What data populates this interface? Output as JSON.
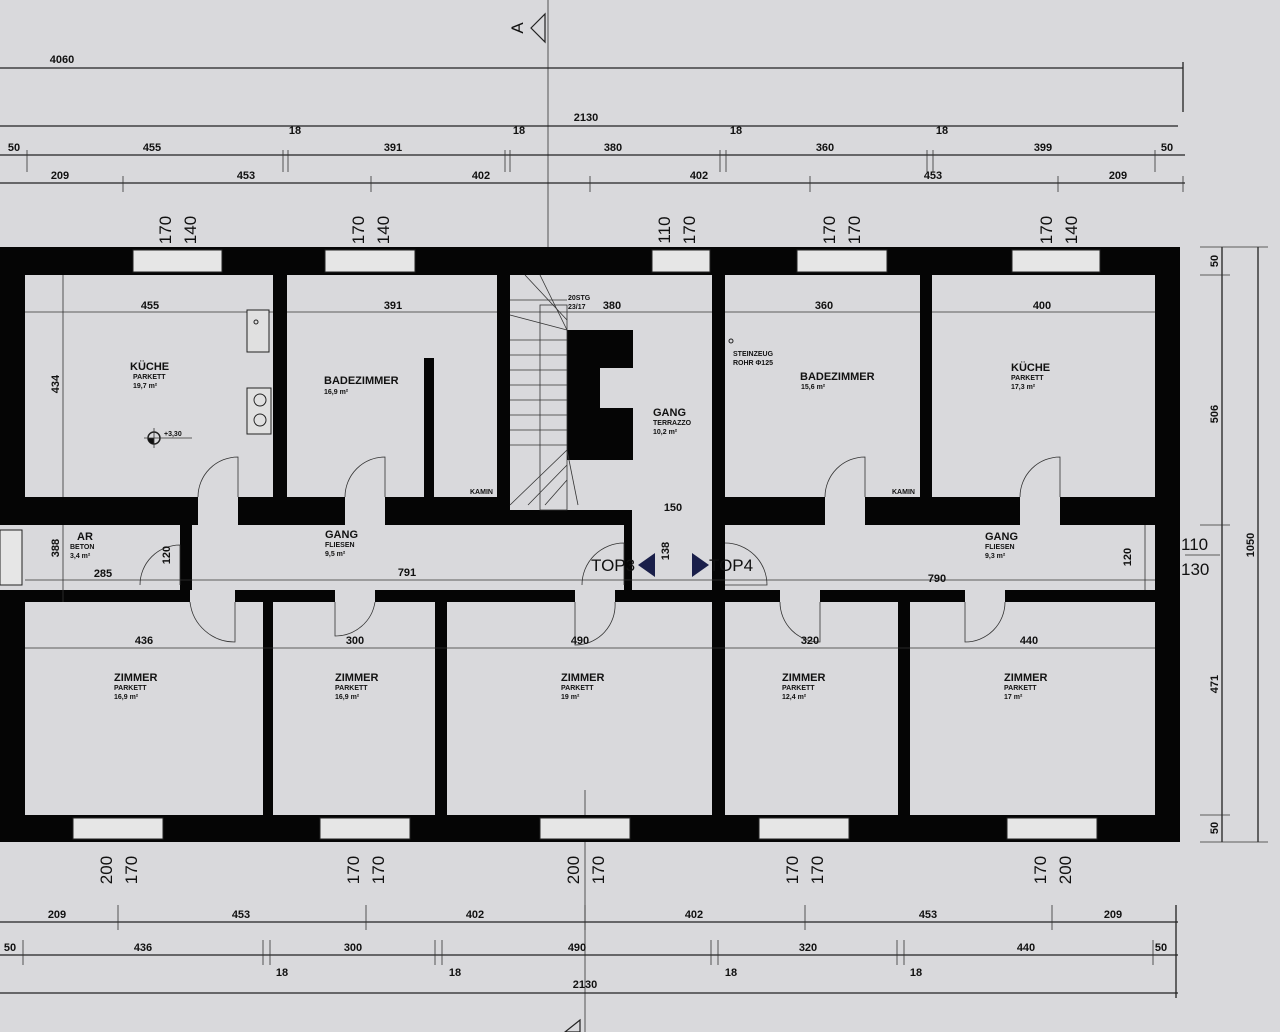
{
  "section_marker": "A",
  "dims_top": {
    "overall": "4060",
    "total": "2130",
    "row1": [
      "50",
      "455",
      "391",
      "380",
      "360",
      "399",
      "50"
    ],
    "wall": [
      "18",
      "18",
      "18",
      "18"
    ],
    "row2": [
      "209",
      "453",
      "402",
      "402",
      "453",
      "209"
    ]
  },
  "windows_top": [
    [
      "170",
      "140"
    ],
    [
      "170",
      "140"
    ],
    [
      "110",
      "170"
    ],
    [
      "170",
      "170"
    ],
    [
      "170",
      "140"
    ]
  ],
  "windows_bottom": [
    [
      "200",
      "170"
    ],
    [
      "170",
      "170"
    ],
    [
      "200",
      "170"
    ],
    [
      "170",
      "170"
    ],
    [
      "170",
      "200"
    ]
  ],
  "rooms": [
    {
      "name": "KÜCHE",
      "finish": "PARKETT",
      "area": "19,7 m²"
    },
    {
      "name": "BADEZIMMER",
      "finish": "",
      "area": "16,9 m²"
    },
    {
      "name": "GANG",
      "finish": "TERRAZZO",
      "area": "10,2 m²"
    },
    {
      "name": "BADEZIMMER",
      "finish": "",
      "area": "15,6 m²"
    },
    {
      "name": "KÜCHE",
      "finish": "PARKETT",
      "area": "17,3 m²"
    },
    {
      "name": "AR",
      "finish": "BETON",
      "area": "3,4 m²"
    },
    {
      "name": "GANG",
      "finish": "FLIESEN",
      "area": "9,5 m²"
    },
    {
      "name": "GANG",
      "finish": "FLIESEN",
      "area": "9,3 m²"
    },
    {
      "name": "ZIMMER",
      "finish": "PARKETT",
      "area": "16,9 m²"
    },
    {
      "name": "ZIMMER",
      "finish": "PARKETT",
      "area": "16,9 m²"
    },
    {
      "name": "ZIMMER",
      "finish": "PARKETT",
      "area": "19 m²"
    },
    {
      "name": "ZIMMER",
      "finish": "PARKETT",
      "area": "12,4 m²"
    },
    {
      "name": "ZIMMER",
      "finish": "PARKETT",
      "area": "17 m²"
    }
  ],
  "inner_dims": {
    "kueche_w": "455",
    "bad_w": "391",
    "gang_w": "380",
    "bad2_w": "360",
    "kueche2_w": "400",
    "kueche_h": "434",
    "ar_h": "388",
    "ar_w": "285",
    "ar_door": "120",
    "gang_len": "791",
    "landing_w": "150",
    "landing_h": "138",
    "gang2_door": "120",
    "gang2_len": "790",
    "zimmer": [
      "436",
      "300",
      "490",
      "320",
      "440"
    ]
  },
  "notes": {
    "stairs": "20STG",
    "stairs_ratio": "23/17",
    "pipe1": "STEINZEUG",
    "pipe2": "ROHR Φ125",
    "kamin1": "KAMIN",
    "kamin2": "KAMIN",
    "level": "+3,30",
    "top3": "TOP3",
    "top4": "TOP4"
  },
  "dims_right": {
    "top": "50",
    "upper": "506",
    "wall_a": "110",
    "wall_b": "130",
    "lower": "471",
    "bottom": "50",
    "overall": "1050"
  },
  "dims_bottom": {
    "row1": [
      "209",
      "453",
      "402",
      "402",
      "453",
      "209"
    ],
    "row2": [
      "50",
      "436",
      "300",
      "490",
      "320",
      "440",
      "50"
    ],
    "wall": [
      "18",
      "18",
      "18",
      "18"
    ],
    "total": "2130"
  }
}
